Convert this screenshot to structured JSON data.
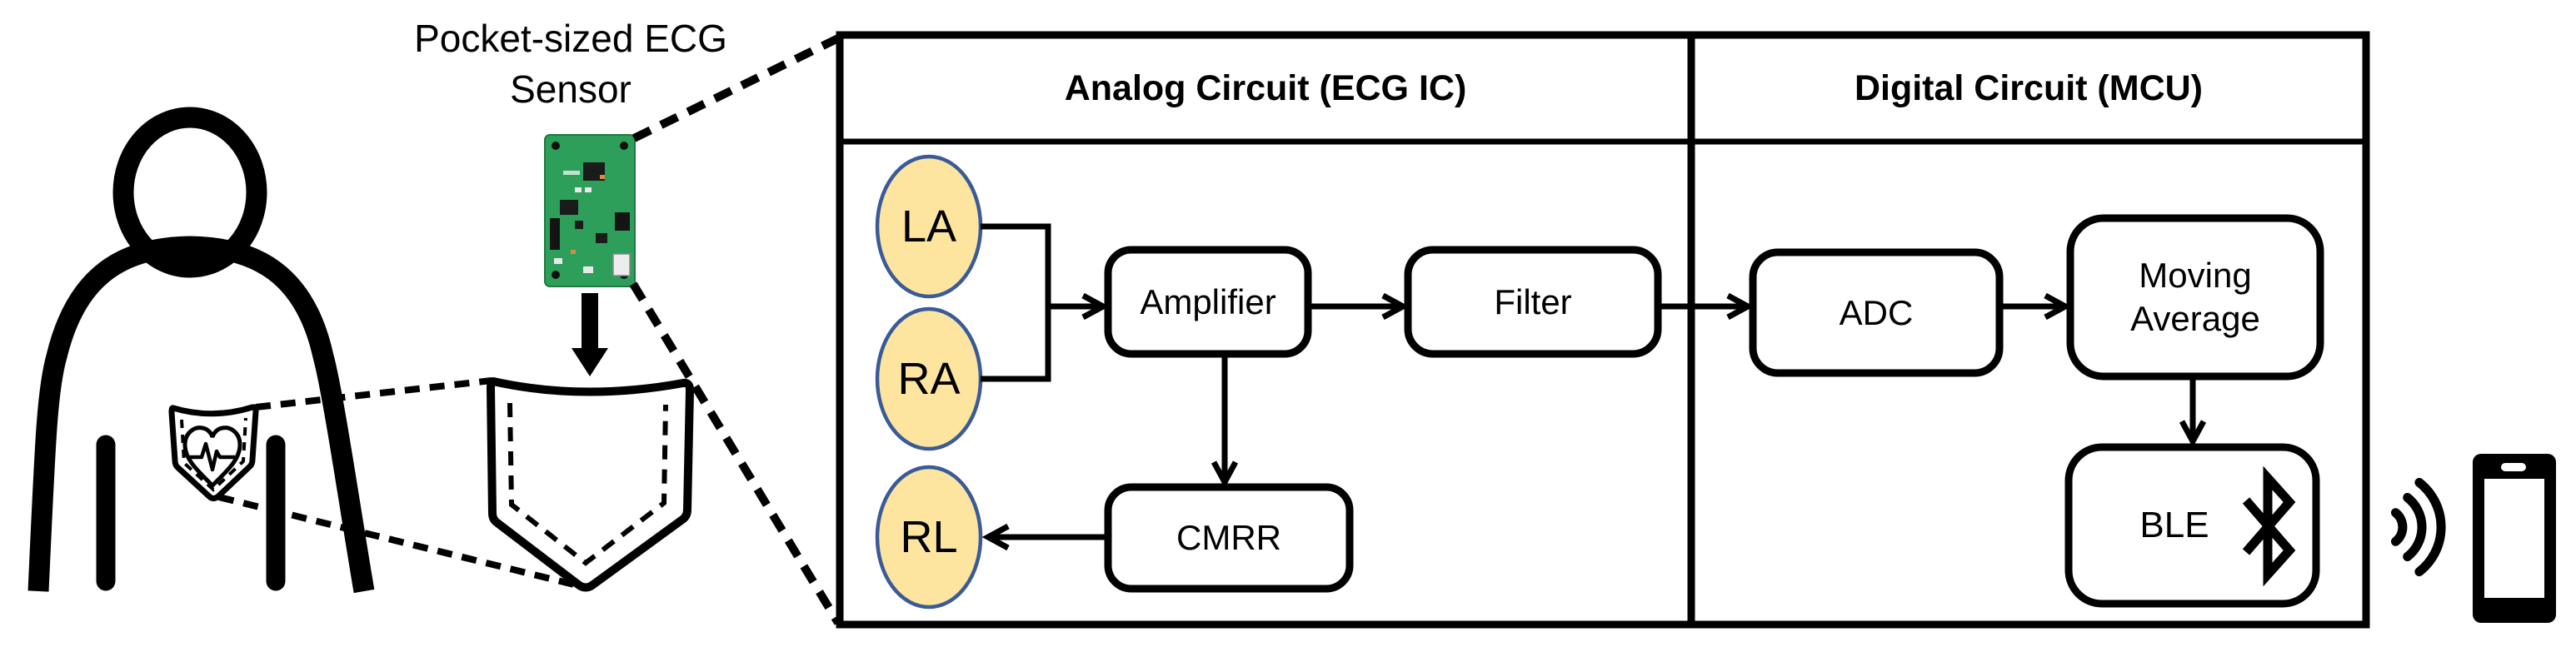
{
  "figure": {
    "sensor_label": "Pocket-sized ECG Sensor"
  },
  "diagram": {
    "sections": [
      {
        "title": "Analog Circuit (ECG IC)"
      },
      {
        "title": "Digital Circuit (MCU)"
      }
    ],
    "electrodes": [
      {
        "label": "LA"
      },
      {
        "label": "RA"
      },
      {
        "label": "RL"
      }
    ],
    "blocks": [
      {
        "label": "Amplifier"
      },
      {
        "label": "Filter"
      },
      {
        "label": "CMRR"
      },
      {
        "label": "ADC"
      },
      {
        "label": "Moving Average"
      },
      {
        "label": "BLE"
      }
    ]
  },
  "icons": {
    "bluetooth": "bluetooth-icon",
    "signal_waves": "signal-waves-icon",
    "smartphone": "smartphone-icon",
    "heart_ecg": "heart-ecg-icon",
    "person": "person-figure-icon",
    "pocket": "pocket-icon",
    "pcb": "ecg-sensor-pcb-icon"
  },
  "colors": {
    "electrode_fill": "#FDE5A0",
    "electrode_stroke": "#3A5A98",
    "pcb_green": "#2E9E5B",
    "line_black": "#000000",
    "background": "#FFFFFF"
  }
}
